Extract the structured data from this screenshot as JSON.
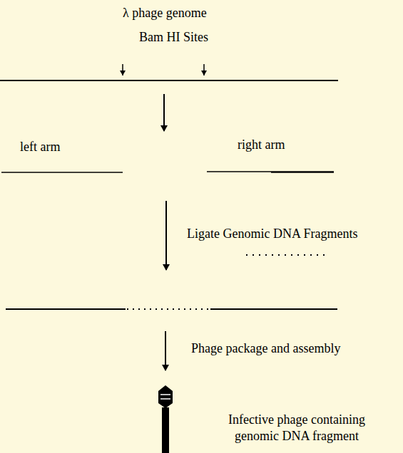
{
  "diagram": {
    "labels": [
      "λ phage genome",
      "Bam HI Sites",
      "left arm",
      "right arm",
      "Ligate Genomic DNA Fragments",
      "Phage package and assembly",
      "Infective phage containing genomic DNA fragment"
    ]
  }
}
